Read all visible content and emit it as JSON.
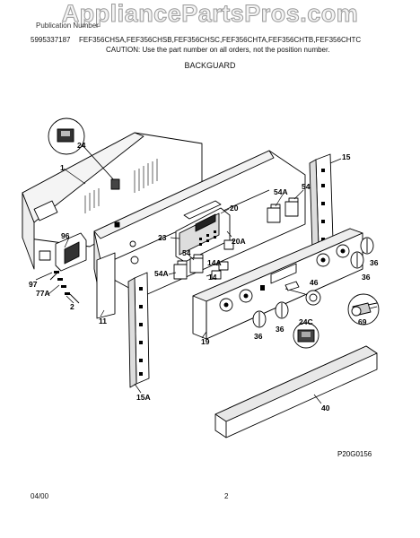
{
  "header": {
    "watermark": "AppliancePartsPros.com",
    "publication_label": "Publication Number",
    "part_number": "5995337187",
    "models": "FEF356CHSA,FEF356CHSB,FEF356CHSC,FEF356CHTA,FEF356CHTB,FEF356CHTC",
    "caution": "CAUTION: Use the part number on all orders, not the position number."
  },
  "section_title": "BACKGUARD",
  "diagram_id": "P20G0156",
  "footer": {
    "date": "04/00",
    "page": "2"
  },
  "callouts": [
    {
      "id": "c24",
      "label": "24"
    },
    {
      "id": "c1",
      "label": "1"
    },
    {
      "id": "c15",
      "label": "15"
    },
    {
      "id": "c54a-top",
      "label": "54A"
    },
    {
      "id": "c54-top",
      "label": "54"
    },
    {
      "id": "c20",
      "label": "20"
    },
    {
      "id": "c23",
      "label": "23"
    },
    {
      "id": "c20a",
      "label": "20A"
    },
    {
      "id": "c96",
      "label": "96"
    },
    {
      "id": "c54-mid",
      "label": "54"
    },
    {
      "id": "c14a",
      "label": "14A"
    },
    {
      "id": "c54a-mid",
      "label": "54A"
    },
    {
      "id": "c14",
      "label": "14"
    },
    {
      "id": "c97",
      "label": "97"
    },
    {
      "id": "c77a",
      "label": "77A"
    },
    {
      "id": "c2",
      "label": "2"
    },
    {
      "id": "c11",
      "label": "11"
    },
    {
      "id": "c36-r1",
      "label": "36"
    },
    {
      "id": "c36-r2",
      "label": "36"
    },
    {
      "id": "c46",
      "label": "46"
    },
    {
      "id": "c69",
      "label": "69"
    },
    {
      "id": "c24c",
      "label": "24C"
    },
    {
      "id": "c19",
      "label": "19"
    },
    {
      "id": "c36-b1",
      "label": "36"
    },
    {
      "id": "c36-b2",
      "label": "36"
    },
    {
      "id": "c15a",
      "label": "15A"
    },
    {
      "id": "c40",
      "label": "40"
    }
  ]
}
